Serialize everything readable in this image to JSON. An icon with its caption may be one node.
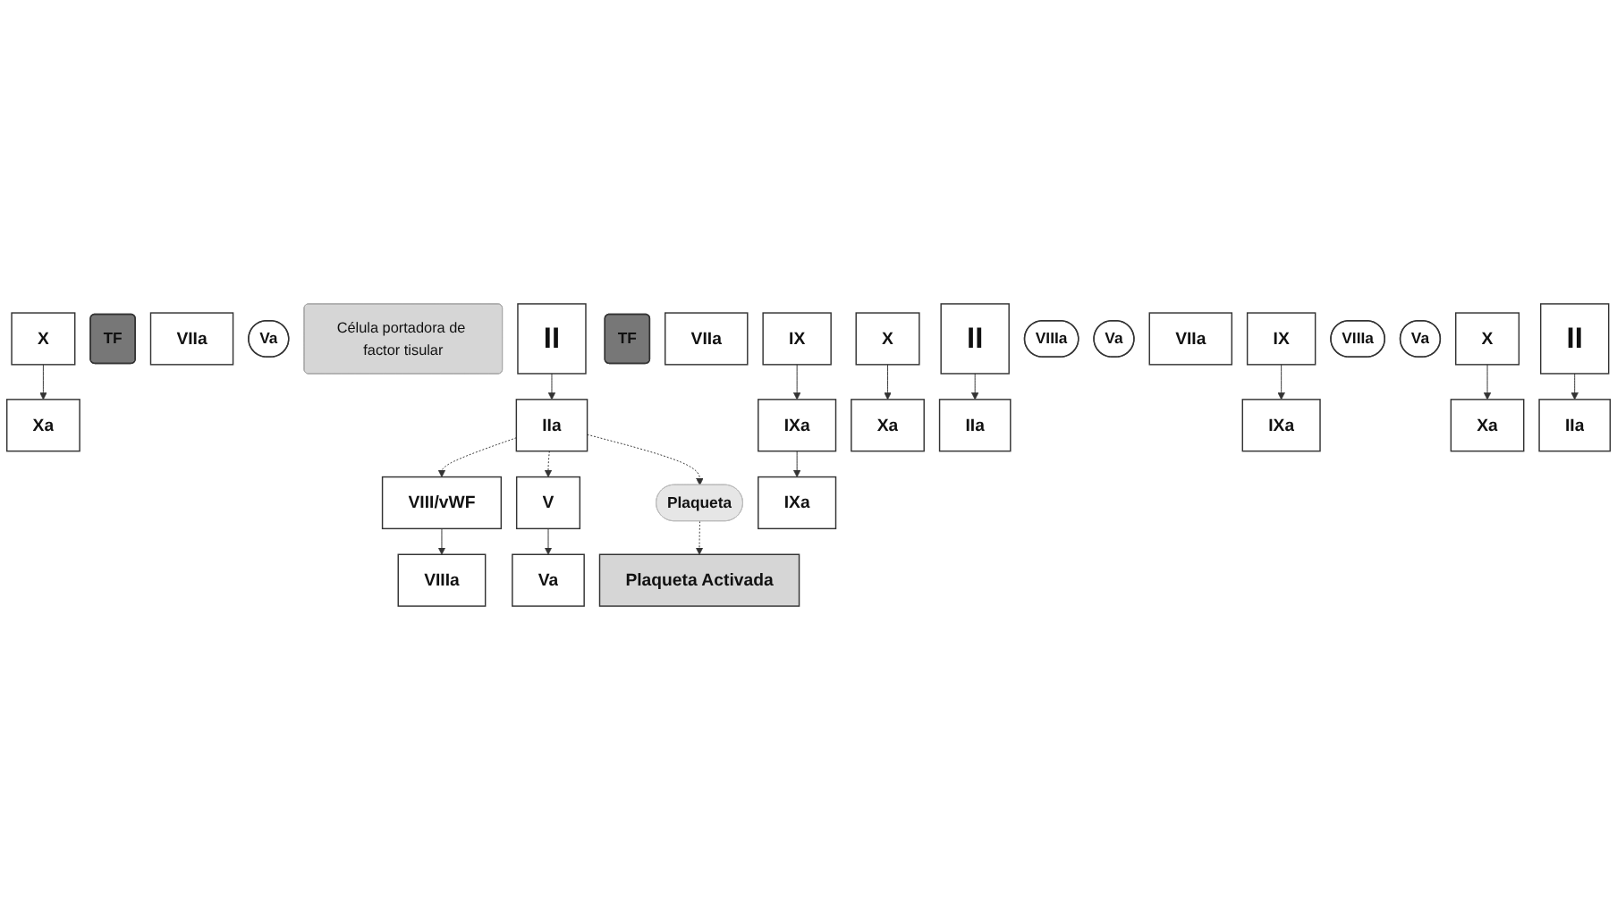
{
  "diagram": {
    "nodes": [
      {
        "text": [
          "X"
        ]
      },
      {
        "text": [
          "TF"
        ]
      },
      {
        "text": [
          "VIIa"
        ]
      },
      {
        "text": [
          "Xa"
        ]
      },
      {
        "text": [
          "Va"
        ]
      },
      {
        "text": [
          "Célula portadora de factor tisular"
        ]
      },
      {
        "text": [
          "II"
        ]
      },
      {
        "text": [
          "IIa"
        ]
      },
      {
        "text": [
          "VIII/vWF"
        ]
      },
      {
        "text": [
          "VIIIa"
        ]
      },
      {
        "text": [
          "V"
        ]
      },
      {
        "text": [
          "Va"
        ]
      },
      {
        "text": [
          "Plaqueta"
        ]
      },
      {
        "text": [
          "TF"
        ]
      },
      {
        "text": [
          "VIIa"
        ]
      },
      {
        "text": [
          "IX"
        ]
      },
      {
        "text": [
          "IXa"
        ]
      },
      {
        "text": [
          "X"
        ]
      },
      {
        "text": [
          "II"
        ]
      },
      {
        "text": [
          "IXa"
        ]
      },
      {
        "text": [
          "VIIIa"
        ]
      },
      {
        "text": [
          "Xa"
        ]
      },
      {
        "text": [
          "Va"
        ]
      },
      {
        "text": [
          "IIa"
        ]
      },
      {
        "text": [
          "Plaqueta Activada"
        ]
      },
      {
        "text": [
          "VIIa"
        ]
      },
      {
        "text": [
          "IX"
        ]
      },
      {
        "text": [
          "IXa"
        ]
      },
      {
        "text": [
          "VIIIa"
        ]
      },
      {
        "text": [
          "Va"
        ]
      },
      {
        "text": [
          "Xa"
        ]
      },
      {
        "text": [
          "X"
        ]
      },
      {
        "text": [
          "II"
        ]
      },
      {
        "text": [
          "IIa"
        ]
      }
    ],
    "edges": [
      {
        "from": 0,
        "to": 3,
        "arrow": "to"
      },
      {
        "from": 6,
        "to": 7,
        "arrow": "to"
      },
      {
        "from": 7,
        "to": 8,
        "arrow": "to",
        "style": "dashed"
      },
      {
        "from": 8,
        "to": 9,
        "arrow": "to"
      },
      {
        "from": 7,
        "to": 10,
        "arrow": "to",
        "style": "dashed"
      },
      {
        "from": 7,
        "to": 12,
        "arrow": "to",
        "style": "dashed"
      },
      {
        "from": 10,
        "to": 11,
        "arrow": "to"
      },
      {
        "from": 15,
        "to": 16,
        "arrow": "to"
      },
      {
        "from": 16,
        "to": 19,
        "arrow": "to"
      },
      {
        "from": 17,
        "to": 21,
        "arrow": "to"
      },
      {
        "from": 18,
        "to": 23,
        "arrow": "to"
      },
      {
        "from": 12,
        "to": 24,
        "arrow": "to",
        "style": "dashed"
      },
      {
        "from": 26,
        "to": 27,
        "arrow": "to"
      },
      {
        "from": 31,
        "to": 30,
        "arrow": "to"
      },
      {
        "from": 32,
        "to": 33,
        "arrow": "to"
      }
    ]
  }
}
